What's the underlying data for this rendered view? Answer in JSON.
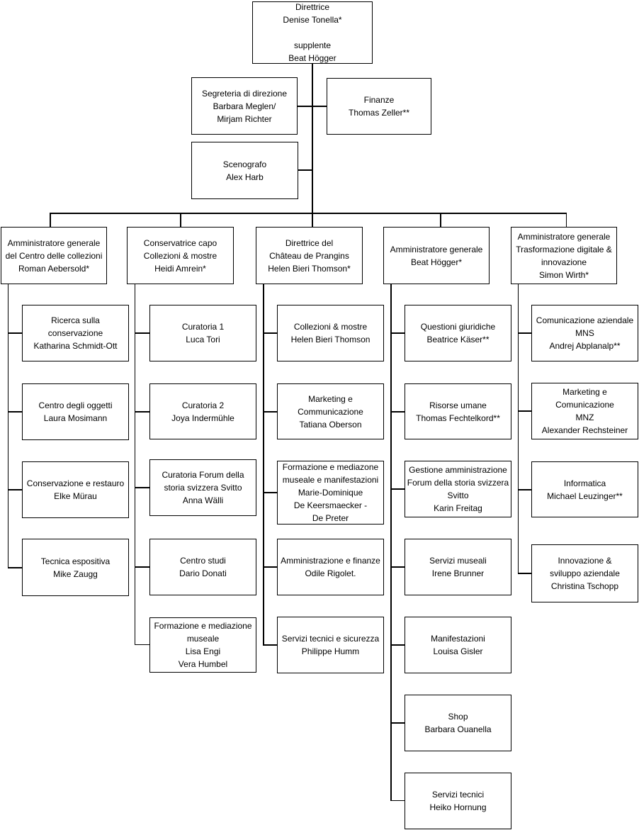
{
  "diagram": {
    "root": "Direttrice\nDenise Tonella*\n\nsupplente\nBeat Högger",
    "staff": {
      "segreteria": "Segreteria di direzione\nBarbara Meglen/\nMirjam Richter",
      "finanze": "Finanze\nThomas Zeller**",
      "scenografo": "Scenografo\nAlex Harb"
    },
    "departments": [
      {
        "head": "Amministratore generale\ndel Centro delle collezioni\nRoman Aebersold*",
        "units": [
          "Ricerca sulla\nconservazione\nKatharina Schmidt-Ott",
          "Centro degli oggetti\nLaura Mosimann",
          "Conservazione e restauro\nElke Mürau",
          "Tecnica espositiva\nMike Zaugg"
        ]
      },
      {
        "head": "Conservatrice capo\nCollezioni & mostre\nHeidi Amrein*",
        "units": [
          "Curatoria 1\nLuca Tori",
          "Curatoria 2\nJoya Indermühle",
          "Curatoria Forum della\nstoria svizzera Svitto\nAnna Wälli",
          "Centro studi\nDario Donati",
          "Formazione e mediazione\nmuseale\nLisa Engi\nVera Humbel"
        ]
      },
      {
        "head": "Direttrice del\nChâteau de Prangins\nHelen Bieri Thomson*",
        "units": [
          "Collezioni & mostre\nHelen Bieri Thomson",
          "Marketing e\nCommunicazione\nTatiana Oberson",
          "Formazione e mediazone\nmuseale e manifestazioni\nMarie-Dominique\nDe Keersmaecker -\nDe Preter",
          "Amministrazione e finanze\nOdile Rigolet.",
          "Servizi tecnici e sicurezza\nPhilippe Humm"
        ]
      },
      {
        "head": "Amministratore generale\nBeat Högger*",
        "units": [
          "Questioni giuridiche\nBeatrice Käser**",
          "Risorse umane\nThomas Fechtelkord**",
          "Gestione amministrazione\nForum della storia svizzera\nSvitto\nKarin Freitag",
          "Servizi museali\nIrene Brunner",
          "Manifestazioni\nLouisa Gisler",
          "Shop\nBarbara Ouanella",
          "Servizi tecnici\nHeiko Hornung"
        ]
      },
      {
        "head": "Amministratore generale\nTrasformazione digitale &\ninnovazione\nSimon Wirth*",
        "units": [
          "Comunicazione aziendale\nMNS\nAndrej Abplanalp**",
          "Marketing e\nComunicazione\nMNZ\nAlexander Rechsteiner",
          "Informatica\nMichael Leuzinger**",
          "Innovazione &\nsviluppo aziendale\nChristina Tschopp"
        ]
      }
    ]
  }
}
